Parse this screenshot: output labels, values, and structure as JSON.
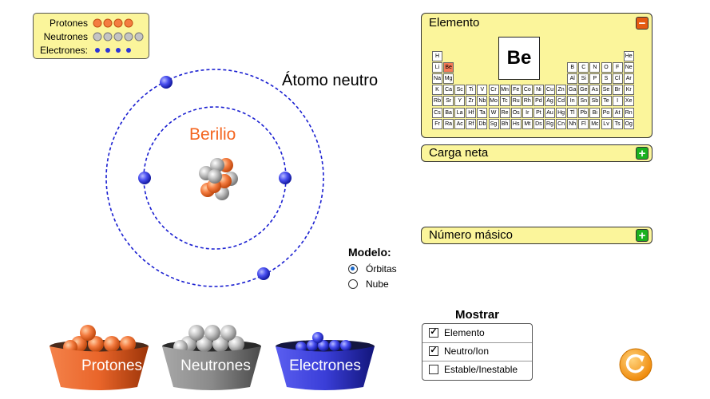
{
  "legend": {
    "items": [
      {
        "label": "Protones",
        "color": "#f47c40",
        "count": 4
      },
      {
        "label": "Neutrones",
        "color": "#b0b0b0",
        "count": 5
      },
      {
        "label": "Electrones:",
        "color": "#2d35d8",
        "count": 4
      }
    ]
  },
  "atom": {
    "element_name": "Berilio",
    "status_label": "Átomo neutro"
  },
  "model": {
    "title": "Modelo:",
    "options": [
      {
        "label": "Órbitas",
        "selected": true
      },
      {
        "label": "Nube",
        "selected": false
      }
    ]
  },
  "element_panel": {
    "title": "Elemento",
    "collapse_symbol": "−",
    "selected_symbol": "Be",
    "rows": [
      [
        "H",
        "",
        "",
        "",
        "",
        "",
        "",
        "",
        "",
        "",
        "",
        "",
        "",
        "",
        "",
        "",
        "",
        "He"
      ],
      [
        "Li",
        "Be",
        "",
        "",
        "",
        "",
        "",
        "",
        "",
        "",
        "",
        "",
        "B",
        "C",
        "N",
        "O",
        "F",
        "Ne"
      ],
      [
        "Na",
        "Mg",
        "",
        "",
        "",
        "",
        "",
        "",
        "",
        "",
        "",
        "",
        "Al",
        "Si",
        "P",
        "S",
        "Cl",
        "Ar"
      ],
      [
        "K",
        "Ca",
        "Sc",
        "Ti",
        "V",
        "Cr",
        "Mn",
        "Fe",
        "Co",
        "Ni",
        "Cu",
        "Zn",
        "Ga",
        "Ge",
        "As",
        "Se",
        "Br",
        "Kr"
      ],
      [
        "Rb",
        "Sr",
        "Y",
        "Zr",
        "Nb",
        "Mo",
        "Tc",
        "Ru",
        "Rh",
        "Pd",
        "Ag",
        "Cd",
        "In",
        "Sn",
        "Sb",
        "Te",
        "I",
        "Xe"
      ],
      [
        "Cs",
        "Ba",
        "La",
        "Hf",
        "Ta",
        "W",
        "Re",
        "Os",
        "Ir",
        "Pt",
        "Au",
        "Hg",
        "Tl",
        "Pb",
        "Bi",
        "Po",
        "At",
        "Rn"
      ],
      [
        "Fr",
        "Ra",
        "Ac",
        "Rf",
        "Db",
        "Sg",
        "Bh",
        "Hs",
        "Mt",
        "Ds",
        "Rg",
        "Cn",
        "Nh",
        "Fl",
        "Mc",
        "Lv",
        "Ts",
        "Og"
      ]
    ]
  },
  "net_charge_panel": {
    "title": "Carga neta",
    "expand_symbol": "+"
  },
  "mass_number_panel": {
    "title": "Número másico",
    "expand_symbol": "+"
  },
  "show_panel": {
    "title": "Mostrar",
    "options": [
      {
        "label": "Elemento",
        "checked": true
      },
      {
        "label": "Neutro/Ion",
        "checked": true
      },
      {
        "label": "Estable/Inestable",
        "checked": false
      }
    ]
  },
  "buckets": [
    {
      "label": "Protones",
      "color": "#e9652a",
      "dark": "#a4380e",
      "particle": "#f47c40"
    },
    {
      "label": "Neutrones",
      "color": "#8c8c8c",
      "dark": "#4e4e4e",
      "particle": "#c9c9c9"
    },
    {
      "label": "Electrones",
      "color": "#3a3ed8",
      "dark": "#171a8a",
      "particle": "#3a40e8"
    }
  ],
  "colors": {
    "panel_bg": "#fbf59b",
    "element_name": "#f4651f",
    "orbit": "#1a1fd1",
    "reset_button": "#f7a21b"
  },
  "reset_button_icon": "reset-icon"
}
